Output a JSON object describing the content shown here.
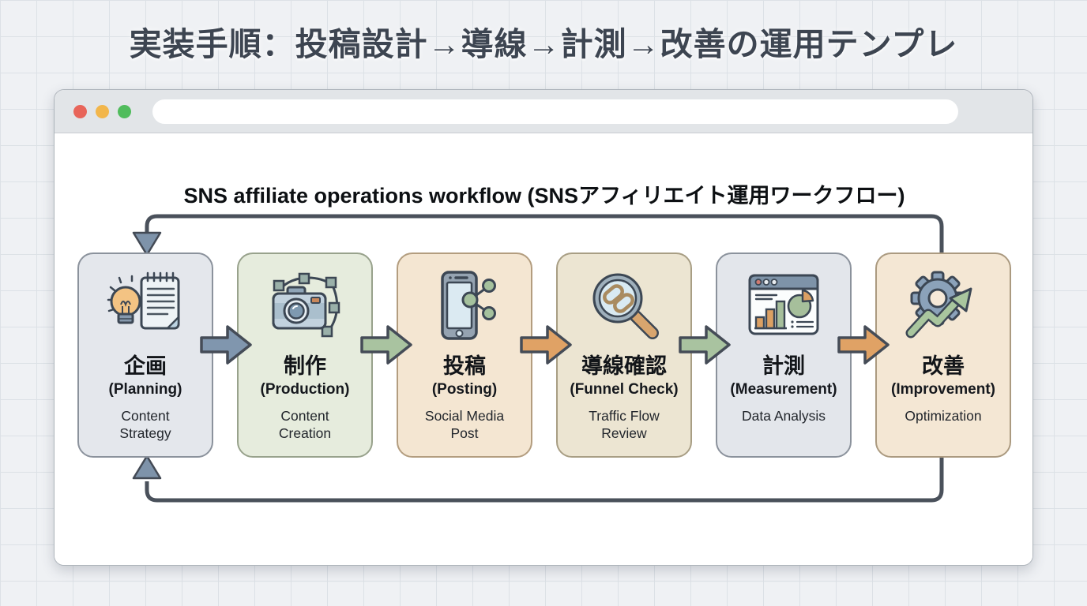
{
  "page_title": "実装手順：投稿設計→導線→計測→改善の運用テンプレ",
  "browser": {
    "window_controls": {
      "close_color": "#e8655a",
      "minimize_color": "#f2b64b",
      "zoom_color": "#50bc5c"
    },
    "address_bar_value": ""
  },
  "diagram": {
    "title": "SNS affiliate operations workflow (SNSアフィリエイト運用ワークフロー)",
    "steps": [
      {
        "jp": "企画",
        "en": "(Planning)",
        "desc": "Content Strategy",
        "icon": "lightbulb-notepad-icon",
        "bg": "#e4e7ec",
        "border": "#8b929c"
      },
      {
        "jp": "制作",
        "en": "(Production)",
        "desc": "Content Creation",
        "icon": "camera-vector-icon",
        "bg": "#e6ecdd",
        "border": "#98a28c"
      },
      {
        "jp": "投稿",
        "en": "(Posting)",
        "desc": "Social Media Post",
        "icon": "smartphone-share-icon",
        "bg": "#f4e6d2",
        "border": "#b39d7f"
      },
      {
        "jp": "導線確認",
        "en": "(Funnel Check)",
        "desc": "Traffic Flow Review",
        "icon": "magnifier-link-icon",
        "bg": "#ece5d2",
        "border": "#a89e84"
      },
      {
        "jp": "計測",
        "en": "(Measurement)",
        "desc": "Data Analysis",
        "icon": "dashboard-chart-icon",
        "bg": "#e3e6eb",
        "border": "#8b929c"
      },
      {
        "jp": "改善",
        "en": "(Improvement)",
        "desc": "Optimization",
        "icon": "gear-growth-icon",
        "bg": "#f4e7d4",
        "border": "#ab9a80"
      }
    ],
    "connectors": [
      {
        "from": "企画",
        "to": "制作",
        "color": "#8096ae"
      },
      {
        "from": "制作",
        "to": "投稿",
        "color": "#a9c3a0"
      },
      {
        "from": "投稿",
        "to": "導線確認",
        "color": "#e0a265"
      },
      {
        "from": "導線確認",
        "to": "計測",
        "color": "#a9c3a0"
      },
      {
        "from": "計測",
        "to": "改善",
        "color": "#e0a265"
      }
    ],
    "feedback_loop": {
      "from": "改善",
      "to": "企画",
      "paths": [
        "top",
        "bottom"
      ],
      "line_color": "#4a515b",
      "arrow_fill": "#7e93aa",
      "arrow_stroke": "#434a55"
    }
  }
}
